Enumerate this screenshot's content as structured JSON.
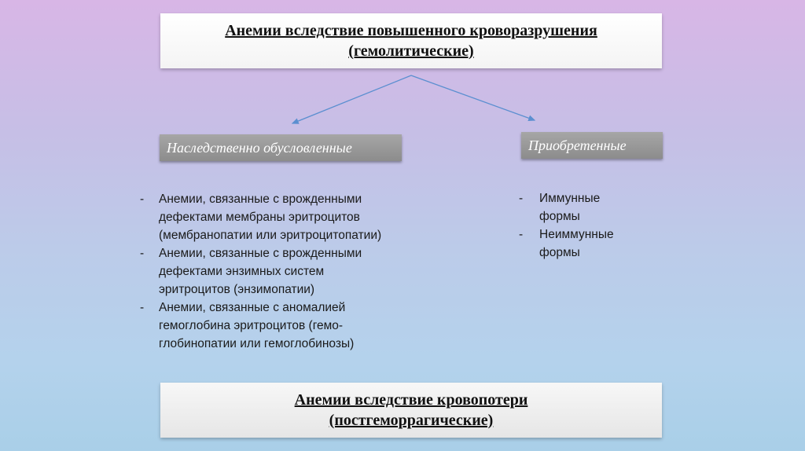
{
  "top_box": {
    "line1": "Анемии вследствие повышенного кроворазрушения",
    "line2": "(гемолитические)"
  },
  "left_label": "Наследственно обусловленные",
  "right_label": "Приобретенные",
  "left_list": [
    {
      "line1": "Анемии, связанные с врожденными",
      "line2": "дефектами мембраны эритроцитов",
      "line3": "(мембранопатии или эритроцитопатии)"
    },
    {
      "line1": "Анемии, связанные с врожденными",
      "line2": "дефектами энзимных систем",
      "line3": "эритроцитов (энзимопатии)"
    },
    {
      "line1": "Анемии, связанные с аномалией",
      "line2": "гемоглобина эритроцитов (гемо-",
      "line3": "глобинопатии или гемоглобинозы)"
    }
  ],
  "right_list": [
    {
      "line1": "Иммунные",
      "line2": "формы"
    },
    {
      "line1": "Неиммунные",
      "line2": "формы"
    }
  ],
  "bullet": "-",
  "bottom_box": {
    "line1": "Анемии вследствие кровопотери",
    "line2": "(постгеморрагические)"
  },
  "colors": {
    "arrow": "#5b8fd0",
    "label_bg": "#9a9a9a",
    "label_text": "#ffffff"
  }
}
